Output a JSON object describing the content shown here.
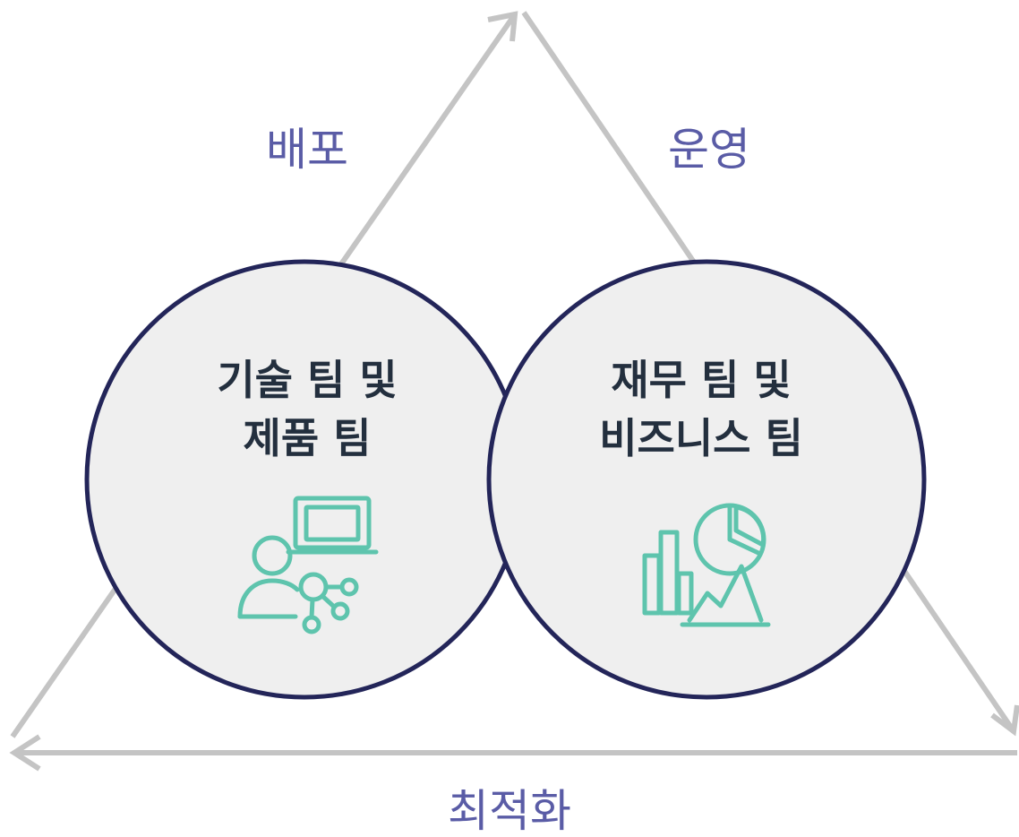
{
  "cycle": {
    "top_left_label": "배포",
    "top_right_label": "운영",
    "bottom_label": "최적화"
  },
  "teams": {
    "left": {
      "line1": "기술 팀 및",
      "line2": "제품 팀",
      "icon": "person-laptop-network-icon"
    },
    "right": {
      "line1": "재무 팀 및",
      "line2": "비즈니스 팀",
      "icon": "business-analytics-chart-icon"
    }
  },
  "colors": {
    "cycle_arrows": "#c4c4c4",
    "phase_text": "#5a5ca6",
    "circle_fill": "#efefef",
    "circle_stroke": "#232559",
    "team_text": "#232f3e",
    "icon": "#5ec4ad"
  }
}
